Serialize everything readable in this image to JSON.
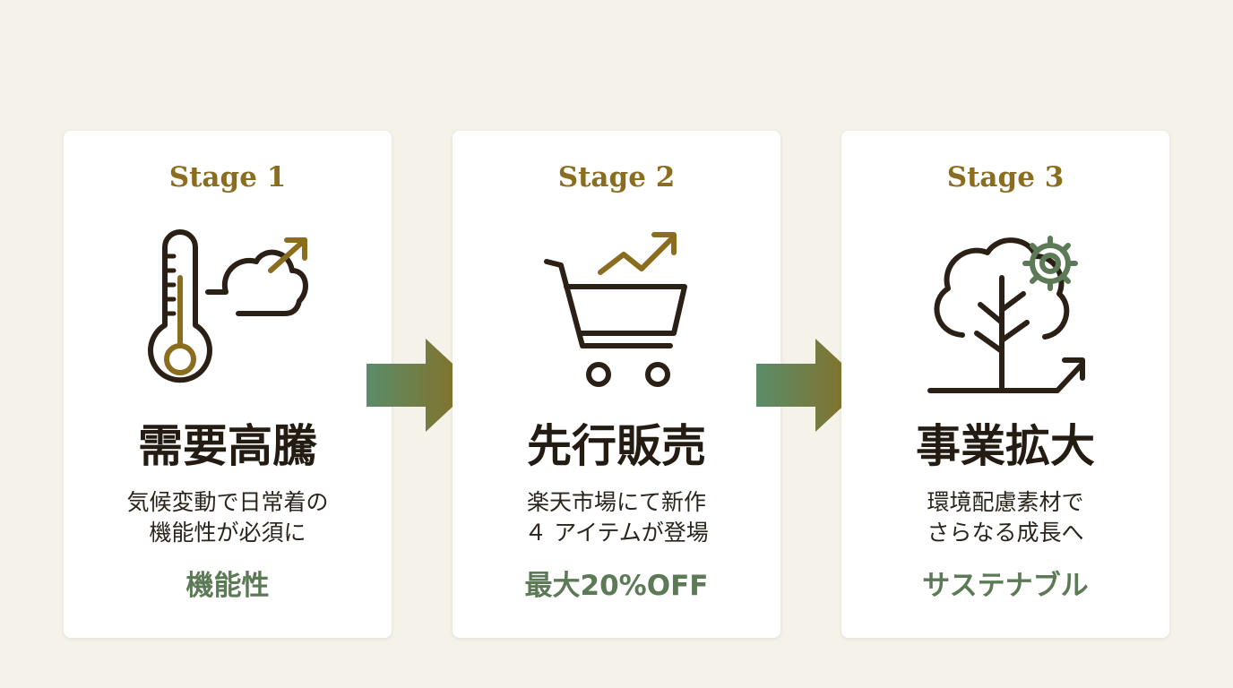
{
  "stages": [
    {
      "label": "Stage 1",
      "title": "需要高騰",
      "desc_line1": "気候変動で日常着の",
      "desc_line2": "機能性が必須に",
      "tag": "機能性",
      "icon": "thermometer-cloud-trend-icon"
    },
    {
      "label": "Stage 2",
      "title": "先行販売",
      "desc_line1": "楽天市場にて新作",
      "desc_line2": "４ アイテムが登場",
      "tag": "最大20%OFF",
      "icon": "shopping-cart-trend-icon"
    },
    {
      "label": "Stage 3",
      "title": "事業拡大",
      "desc_line1": "環境配慮素材で",
      "desc_line2": "さらなる成長へ",
      "tag": "サステナブル",
      "icon": "tree-gear-growth-icon"
    }
  ],
  "colors": {
    "background": "#f5f2ea",
    "card": "#ffffff",
    "stage_label": "#8a6d1e",
    "title": "#241c12",
    "tag": "#5b7a55",
    "icon_dark": "#2b2015",
    "icon_gold": "#8a6d1e",
    "icon_green": "#5b7a55",
    "arrow_start": "#5b8c6a",
    "arrow_end": "#8a6d1e"
  },
  "flow_arrows": [
    "right-arrow-icon",
    "right-arrow-icon"
  ]
}
